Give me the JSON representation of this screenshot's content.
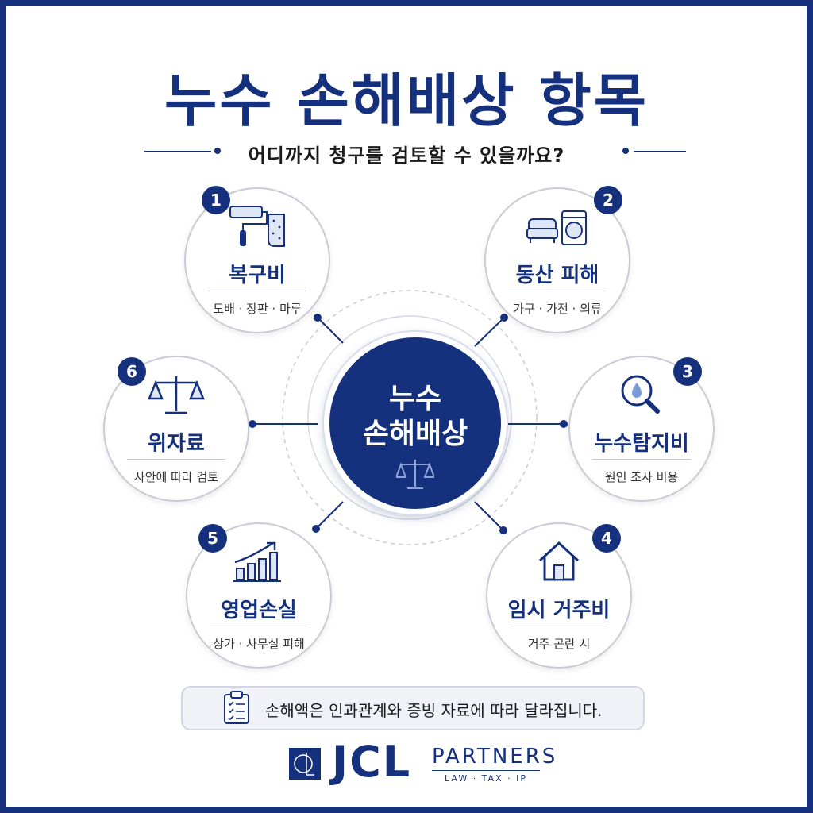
{
  "title": "누수 손해배상 항목",
  "subtitle": "어디까지 청구를 검토할 수 있을까요?",
  "center": {
    "line1": "누수",
    "line2": "손해배상",
    "icon": "scale-icon"
  },
  "items": [
    {
      "number": "1",
      "label": "복구비",
      "desc": "도배 · 장판 · 마루",
      "icon": "wallpaper-roller-icon"
    },
    {
      "number": "2",
      "label": "동산 피해",
      "desc": "가구 · 가전 · 의류",
      "icon": "sofa-washer-icon"
    },
    {
      "number": "3",
      "label": "누수탐지비",
      "desc": "원인 조사 비용",
      "icon": "magnifier-drop-icon"
    },
    {
      "number": "4",
      "label": "임시 거주비",
      "desc": "거주 곤란 시",
      "icon": "house-icon"
    },
    {
      "number": "5",
      "label": "영업손실",
      "desc": "상가 · 사무실 피해",
      "icon": "bar-chart-icon"
    },
    {
      "number": "6",
      "label": "위자료",
      "desc": "사안에 따라 검토",
      "icon": "scale-icon"
    }
  ],
  "note": {
    "text": "손해액은 인과관계와 증빙 자료에 따라 달라집니다.",
    "icon": "checklist-icon"
  },
  "logo": {
    "main": "JCL",
    "partners": "PARTNERS",
    "sub": "LAW · TAX · IP"
  },
  "colors": {
    "primary": "#15317d",
    "light": "#dfe6f5",
    "border": "#c9ccd4"
  }
}
